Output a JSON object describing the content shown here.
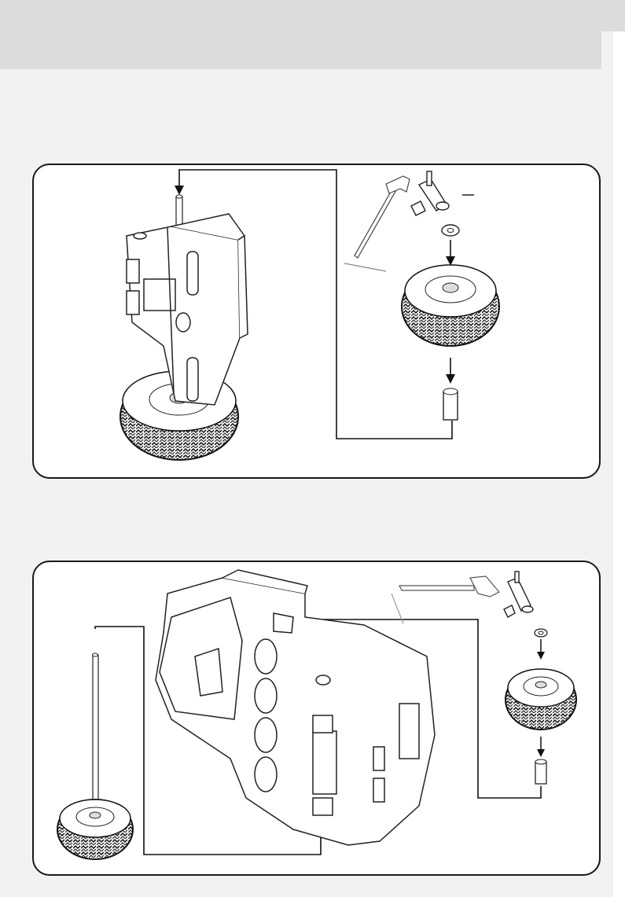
{
  "page": {
    "header_band": "header",
    "background": "#f2f2f2",
    "header_color": "#dcdcdc",
    "line_color": "#1a1a1a"
  },
  "panels": [
    {
      "id": "step-a",
      "illustration": "rear-wheel-assembly-single-side",
      "parts": [
        "axle-icon",
        "hammer-icon",
        "socket-wrench-icon",
        "washer-icon",
        "wheel-icon",
        "spacer-icon",
        "chassis-icon"
      ]
    },
    {
      "id": "step-b",
      "illustration": "rear-wheel-assembly-chassis",
      "parts": [
        "axle-icon",
        "hammer-icon",
        "socket-wrench-icon",
        "washer-icon",
        "wheel-icon",
        "spacer-icon",
        "chassis-icon"
      ]
    }
  ]
}
